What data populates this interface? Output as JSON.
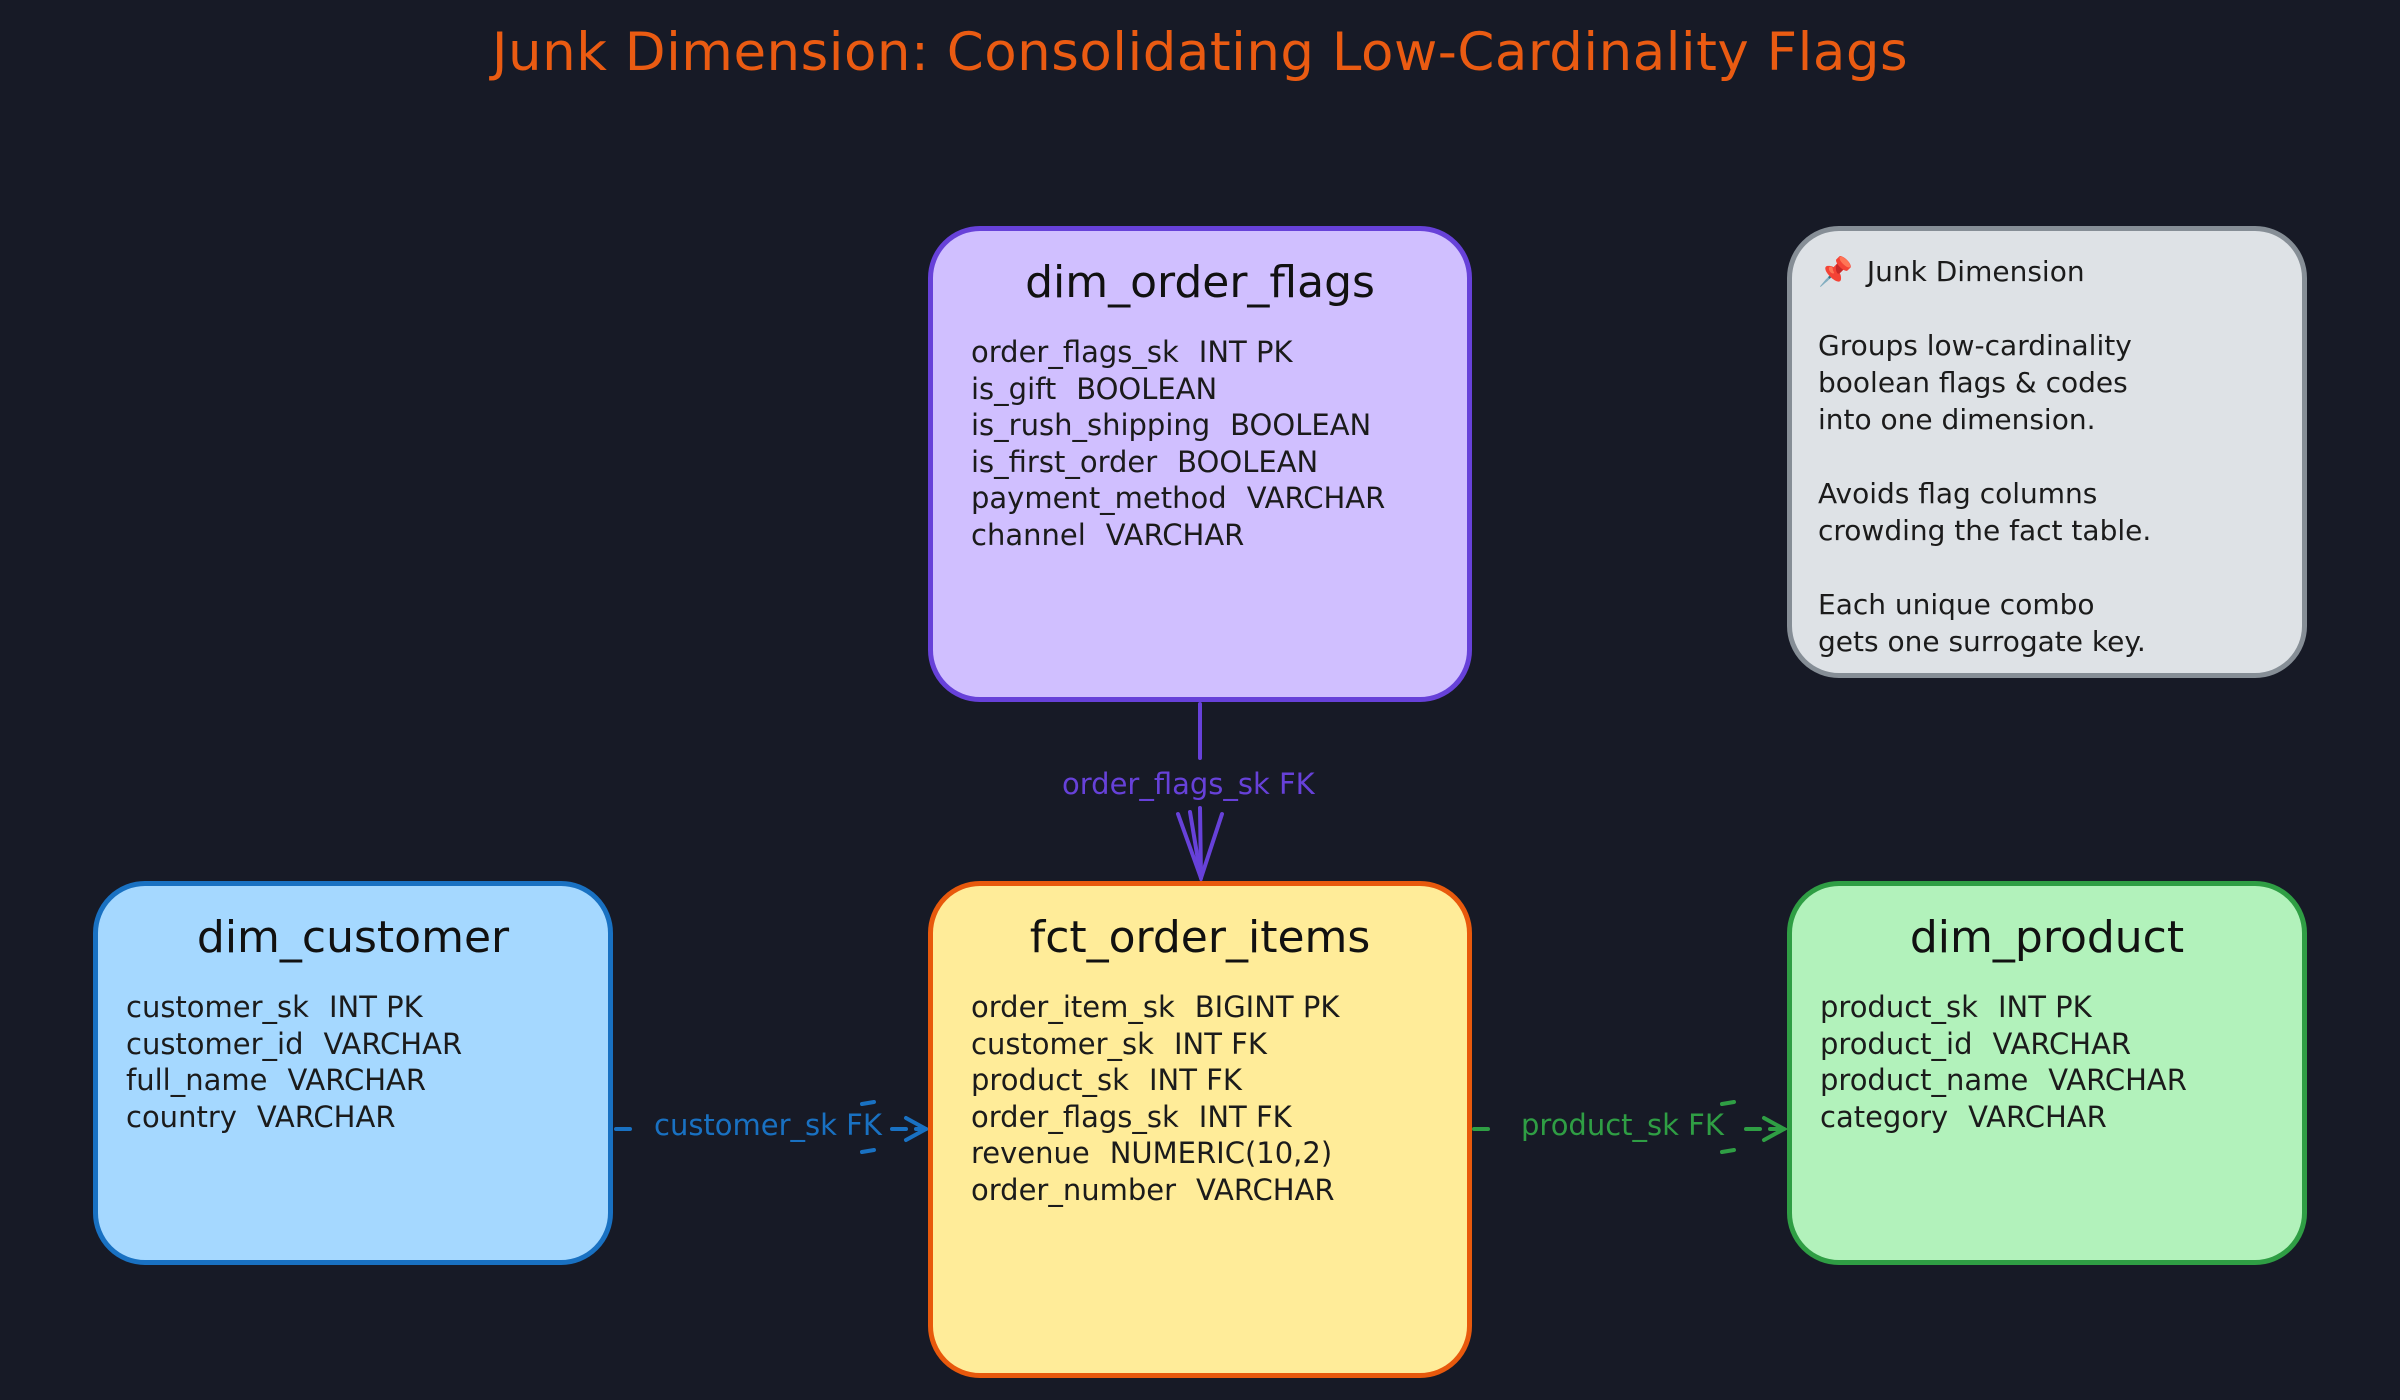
{
  "title": "Junk Dimension: Consolidating Low-Cardinality Flags",
  "tables": {
    "dim_order_flags": {
      "name": "dim_order_flags",
      "columns": [
        {
          "col": "order_flags_sk",
          "type": "INT PK"
        },
        {
          "col": "is_gift",
          "type": "BOOLEAN"
        },
        {
          "col": "is_rush_shipping",
          "type": "BOOLEAN"
        },
        {
          "col": "is_first_order",
          "type": "BOOLEAN"
        },
        {
          "col": "payment_method",
          "type": "VARCHAR"
        },
        {
          "col": "channel",
          "type": "VARCHAR"
        }
      ]
    },
    "fct_order_items": {
      "name": "fct_order_items",
      "columns": [
        {
          "col": "order_item_sk",
          "type": "BIGINT PK"
        },
        {
          "col": "customer_sk",
          "type": "INT FK"
        },
        {
          "col": "product_sk",
          "type": "INT FK"
        },
        {
          "col": "order_flags_sk",
          "type": "INT FK"
        },
        {
          "col": "revenue",
          "type": "NUMERIC(10,2)"
        },
        {
          "col": "order_number",
          "type": "VARCHAR"
        }
      ]
    },
    "dim_customer": {
      "name": "dim_customer",
      "columns": [
        {
          "col": "customer_sk",
          "type": "INT PK"
        },
        {
          "col": "customer_id",
          "type": "VARCHAR"
        },
        {
          "col": "full_name",
          "type": "VARCHAR"
        },
        {
          "col": "country",
          "type": "VARCHAR"
        }
      ]
    },
    "dim_product": {
      "name": "dim_product",
      "columns": [
        {
          "col": "product_sk",
          "type": "INT PK"
        },
        {
          "col": "product_id",
          "type": "VARCHAR"
        },
        {
          "col": "product_name",
          "type": "VARCHAR"
        },
        {
          "col": "category",
          "type": "VARCHAR"
        }
      ]
    }
  },
  "note": {
    "icon": "pushpin-icon",
    "heading": "Junk Dimension",
    "paragraphs": [
      [
        "Groups low-cardinality",
        "boolean flags & codes",
        "into one dimension."
      ],
      [
        "Avoids flag columns",
        "crowding the fact table."
      ],
      [
        "Each unique combo",
        "gets one surrogate key."
      ]
    ]
  },
  "relationships": {
    "flags": {
      "label": "order_flags_sk FK",
      "color": "#6741d9"
    },
    "customer": {
      "label": "customer_sk FK",
      "color": "#1971c2"
    },
    "product": {
      "label": "product_sk FK",
      "color": "#2f9e44"
    }
  },
  "colors": {
    "background": "#171a26",
    "title": "#ea5b12",
    "flags_fill": "#d0bfff",
    "fact_fill": "#ffec99",
    "customer_fill": "#a5d8ff",
    "product_fill": "#b2f2bb",
    "note_fill": "#dee2e6"
  }
}
